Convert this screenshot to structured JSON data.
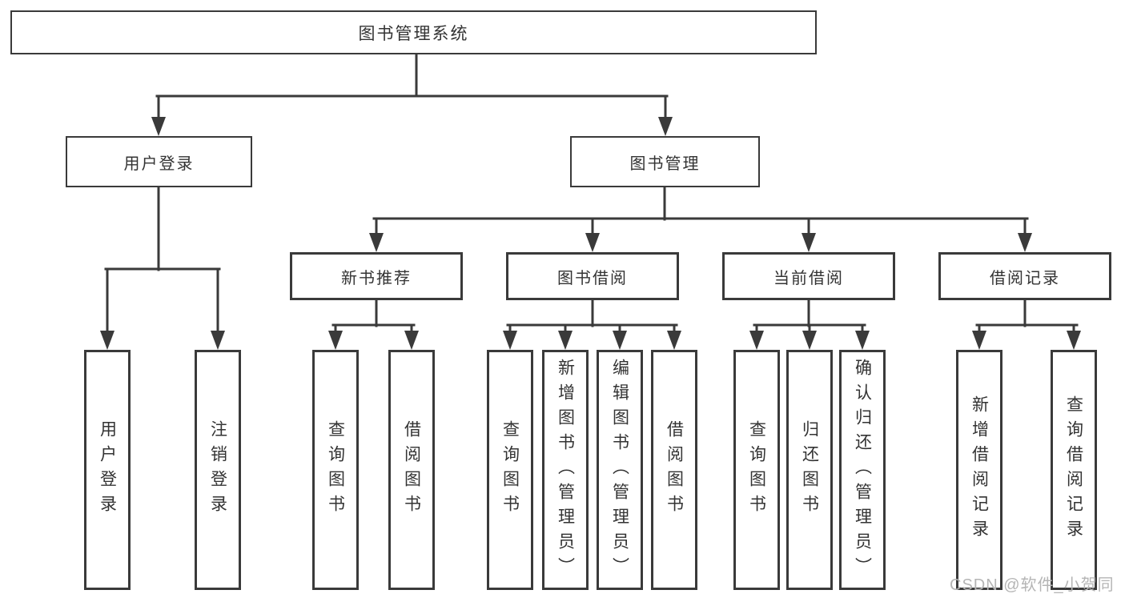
{
  "colors": {
    "line": "#3a3a3a",
    "text": "#333333",
    "watermark": "#b5b5b5",
    "background": "#ffffff"
  },
  "nodes": {
    "root": {
      "label": "图书管理系统"
    },
    "user_login": {
      "label": "用户登录",
      "children": [
        {
          "label": "用户登录"
        },
        {
          "label": "注销登录"
        }
      ]
    },
    "book_mgmt": {
      "label": "图书管理",
      "children": [
        {
          "label": "新书推荐",
          "children": [
            {
              "label": "查询图书"
            },
            {
              "label": "借阅图书"
            }
          ]
        },
        {
          "label": "图书借阅",
          "children": [
            {
              "label": "查询图书"
            },
            {
              "label": "新增图书（管理员）"
            },
            {
              "label": "编辑图书（管理员）"
            },
            {
              "label": "借阅图书"
            }
          ]
        },
        {
          "label": "当前借阅",
          "children": [
            {
              "label": "查询图书"
            },
            {
              "label": "归还图书"
            },
            {
              "label": "确认归还（管理员）"
            }
          ]
        },
        {
          "label": "借阅记录",
          "children": [
            {
              "label": "新增借阅记录"
            },
            {
              "label": "查询借阅记录"
            }
          ]
        }
      ]
    }
  },
  "watermark": {
    "text": "CSDN @软件_小贺同学"
  }
}
